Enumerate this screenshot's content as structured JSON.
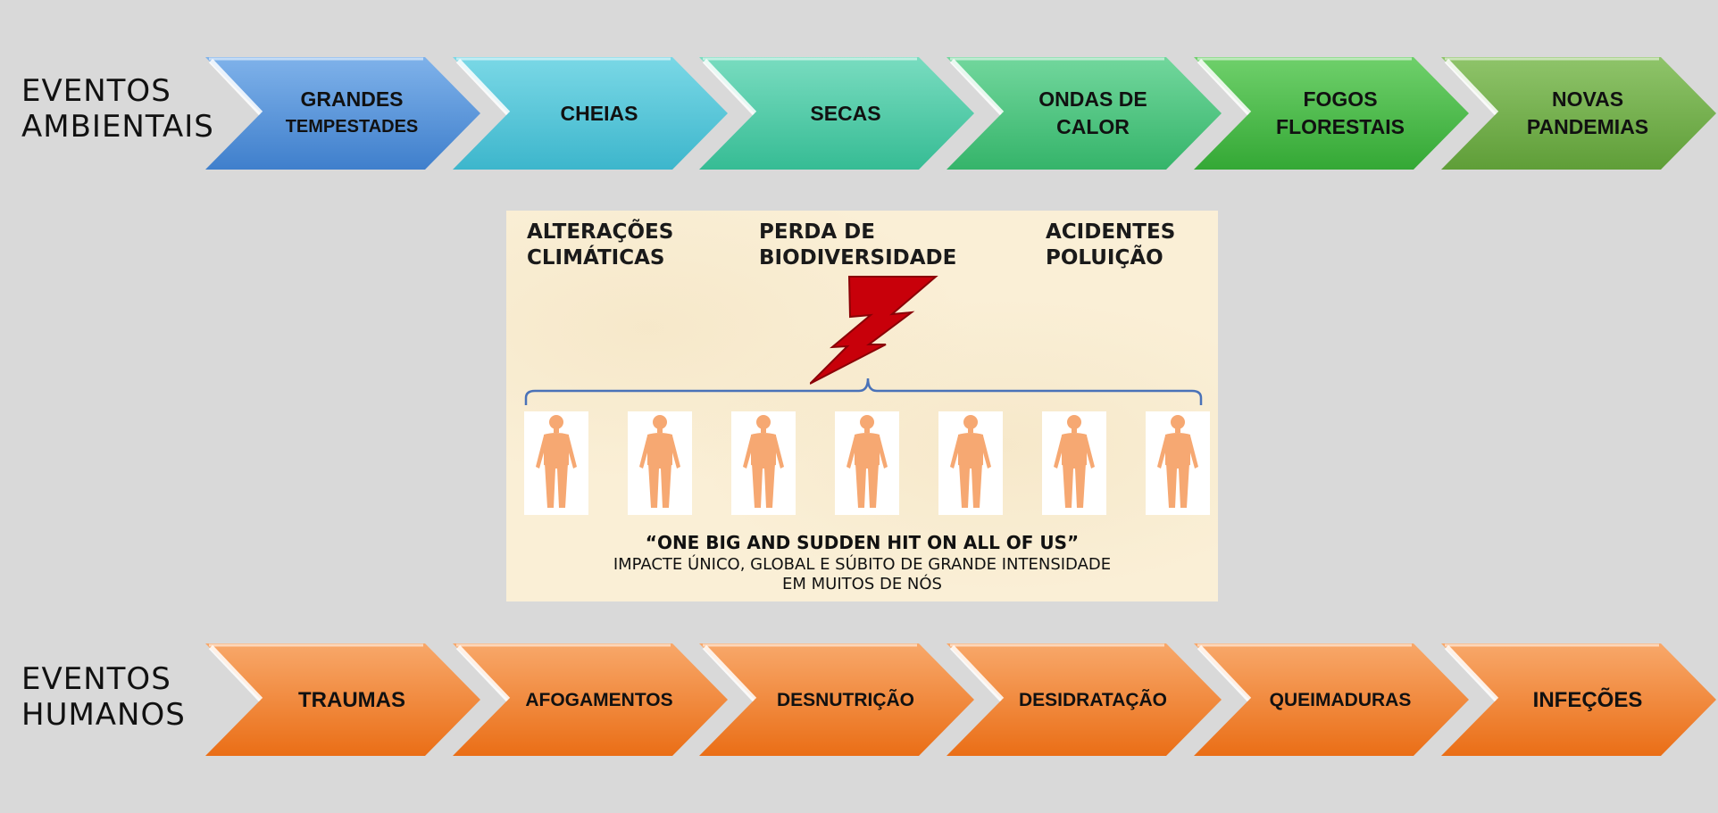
{
  "environmental": {
    "row_label": [
      "EVENTOS",
      "AMBIENTAIS"
    ],
    "events": [
      {
        "lines": [
          "GRANDES",
          "TEMPESTADES"
        ],
        "color_top": "#7fb2ea",
        "color_bottom": "#3f7fcc"
      },
      {
        "lines": [
          "CHEIAS"
        ],
        "color_top": "#7ad8e6",
        "color_bottom": "#3db6cc"
      },
      {
        "lines": [
          "SECAS"
        ],
        "color_top": "#79dcc0",
        "color_bottom": "#36bc94"
      },
      {
        "lines": [
          "ONDAS DE",
          "CALOR"
        ],
        "color_top": "#72d79d",
        "color_bottom": "#35b46a"
      },
      {
        "lines": [
          "FOGOS",
          "FLORESTAIS"
        ],
        "color_top": "#6fd06b",
        "color_bottom": "#34a835"
      },
      {
        "lines": [
          "NOVAS",
          "PANDEMIAS"
        ],
        "color_top": "#8fc46a",
        "color_bottom": "#5f9e38"
      }
    ]
  },
  "human": {
    "row_label": [
      "EVENTOS",
      "HUMANOS"
    ],
    "events": [
      {
        "lines": [
          "TRAUMAS"
        ],
        "big": true
      },
      {
        "lines": [
          "AFOGAMENTOS"
        ]
      },
      {
        "lines": [
          "DESNUTRIÇÃO"
        ]
      },
      {
        "lines": [
          "DESIDRATAÇÃO"
        ]
      },
      {
        "lines": [
          "QUEIMADURAS"
        ]
      },
      {
        "lines": [
          "INFEÇÕES"
        ],
        "big": true
      }
    ],
    "color_top": "#f8a86a",
    "color_bottom": "#ea6e16"
  },
  "center": {
    "causes": [
      [
        "ALTERAÇÕES",
        "CLIMÁTICAS"
      ],
      [
        "PERDA DE",
        "BIODIVERSIDADE"
      ],
      [
        "ACIDENTES",
        "POLUIÇÃO"
      ]
    ],
    "quote": "“ONE BIG AND SUDDEN HIT ON ALL OF US”",
    "impact": [
      "IMPACTE ÚNICO, GLOBAL E SÚBITO DE GRANDE INTENSIDADE",
      "EM MUITOS DE NÓS"
    ],
    "figure_count": 7,
    "bolt_color": "#c8000a",
    "bracket_color": "#4a72b8",
    "figure_color": "#f6a872"
  }
}
